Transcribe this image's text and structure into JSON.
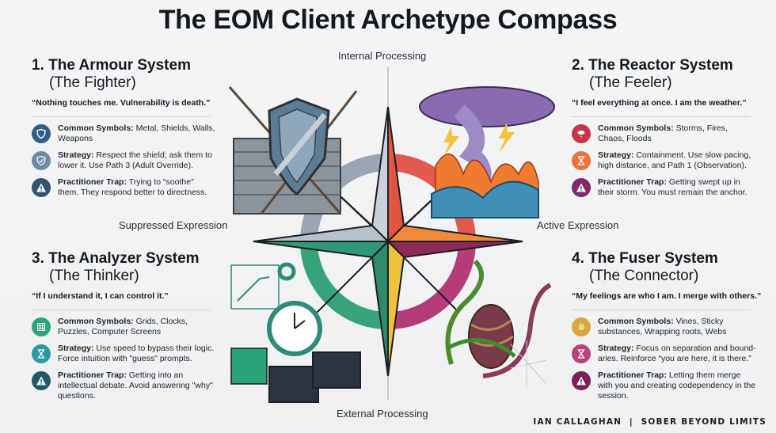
{
  "title": "The EOM Client Archetype Compass",
  "axes": {
    "top": "Internal Processing",
    "bottom": "External Processing",
    "left": "Suppressed Expression",
    "right": "Active Expression"
  },
  "quadrants": [
    {
      "title": "1. The Armour System",
      "subtitle": "(The Fighter)",
      "quote": "“Nothing touches me. Vulnerability is death.”",
      "items": [
        {
          "icon": "shield-icon",
          "color": "#2f5f86",
          "label": "Common Symbols:",
          "text": " Metal, Shields, Walls, Weapons"
        },
        {
          "icon": "shield-check-icon",
          "color": "#6f8aa3",
          "label": "Strategy:",
          "text": " Respect the shield; ask them to lower it. Use Path 3 (Adult Override)."
        },
        {
          "icon": "warning-icon",
          "color": "#33536e",
          "label": "Practitioner Trap:",
          "text": " Trying to “soothe” them. They respond better to directness."
        }
      ]
    },
    {
      "title": "2. The Reactor System",
      "subtitle": "(The Feeler)",
      "quote": "“I feel everything at once. I am the weather.”",
      "items": [
        {
          "icon": "storm-cloud-icon",
          "color": "#c8344a",
          "label": "Common Symbols:",
          "text": " Storms, Fires, Chaos, Floods"
        },
        {
          "icon": "hourglass-icon",
          "color": "#e7733a",
          "label": "Strategy:",
          "text": " Containment. Use slow pacing, high distance, and Path 1 (Observation)."
        },
        {
          "icon": "warning-icon",
          "color": "#7e2a6c",
          "label": "Practitioner Trap:",
          "text": " Getting swept up in their storm. You must remain the anchor."
        }
      ]
    },
    {
      "title": "3. The Analyzer System",
      "subtitle": "(The Thinker)",
      "quote": "“If I understand it, I can control it.”",
      "items": [
        {
          "icon": "grid-icon",
          "color": "#2aa37a",
          "label": "Common Symbols:",
          "text": " Grids, Clocks, Puzzles, Computer Screens"
        },
        {
          "icon": "hourglass-icon",
          "color": "#2e9aa0",
          "label": "Strategy:",
          "text": " Use speed to bypass their logic. Force intuition with \"guess\" prompts."
        },
        {
          "icon": "warning-icon",
          "color": "#1f5a66",
          "label": "Practitioner Trap:",
          "text": " Getting into an intellectual debate. Avoid answering \"why\" questions."
        }
      ]
    },
    {
      "title": "4. The Fuser System",
      "subtitle": "(The Connector)",
      "quote": "“My feelings are who I am. I merge with others.”",
      "items": [
        {
          "icon": "knot-icon",
          "color": "#d9a83c",
          "label": "Common Symbols:",
          "text": " Vines, Sticky substances, Wrapping roots, Webs"
        },
        {
          "icon": "hourglass-icon",
          "color": "#b8407c",
          "label": "Strategy:",
          "text": " Focus on separation and bound-aries. Reinforce “you are here, it is there.”"
        },
        {
          "icon": "warning-icon",
          "color": "#7a1f5a",
          "label": "Practitioner Trap:",
          "text": " Letting them merge with you and creating codependency in the session."
        }
      ]
    }
  ],
  "credit": "IAN CALLAGHAN  |  SOBER BEYOND LIMITS"
}
